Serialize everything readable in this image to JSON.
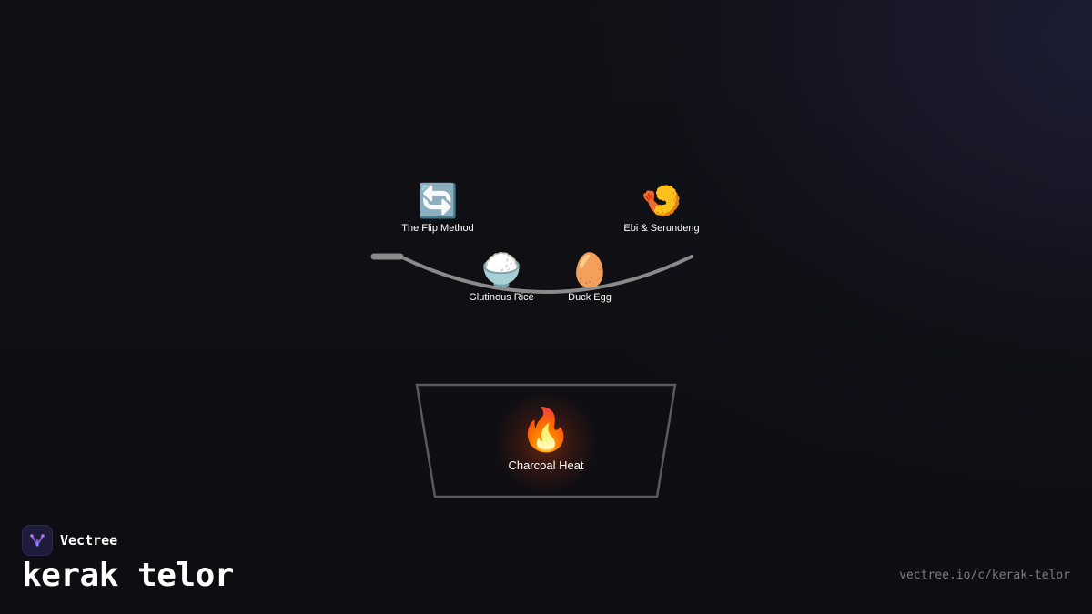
{
  "diagram": {
    "nodes": [
      {
        "id": "flip",
        "icon": "counterclockwise-arrows-icon",
        "glyph": "🔄",
        "label": "The Flip Method"
      },
      {
        "id": "ebi",
        "icon": "fried-shrimp-icon",
        "glyph": "🍤",
        "label": "Ebi & Serundeng"
      },
      {
        "id": "rice",
        "icon": "rice-bowl-icon",
        "glyph": "🍚",
        "label": "Glutinous Rice"
      },
      {
        "id": "egg",
        "icon": "egg-icon",
        "glyph": "🥚",
        "label": "Duck Egg"
      },
      {
        "id": "heat",
        "icon": "fire-icon",
        "glyph": "🔥",
        "label": "Charcoal Heat"
      }
    ],
    "colors": {
      "wok": "#8a8a8a",
      "brazier": "#5a5a5e",
      "glow": "#d64614"
    }
  },
  "brand": {
    "name": "Vectree",
    "logo_icon": "vectree-logo-icon",
    "accent": "#9b5de5"
  },
  "page": {
    "title": "kerak telor",
    "url": "vectree.io/c/kerak-telor"
  }
}
